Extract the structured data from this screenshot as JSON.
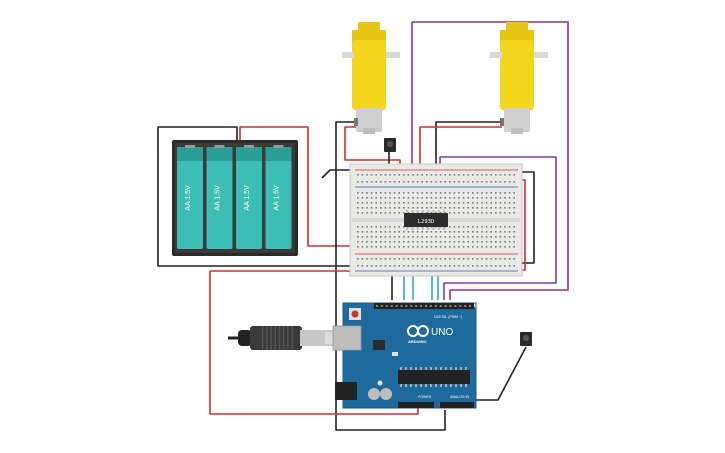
{
  "battery_pack": {
    "cells": [
      {
        "label": "AA 1.5V"
      },
      {
        "label": "AA 1.5V"
      },
      {
        "label": "AA 1.5V"
      },
      {
        "label": "AA 1.5V"
      }
    ]
  },
  "motor_driver": {
    "label": "L293D"
  },
  "arduino": {
    "model": "UNO",
    "brand": "ARDUINO",
    "digital_header": "DIGITAL (PWM ~)",
    "power_header": "POWER",
    "analog_header": "ANALOG IN"
  },
  "colors": {
    "wire_red": "#d32f2f",
    "wire_black": "#222222",
    "wire_purple": "#7b3f9e",
    "wire_magenta": "#a0306f",
    "wire_cyan": "#2aa7c9",
    "motor_yellow": "#f2d51c",
    "battery_teal": "#3cbeb4",
    "arduino_blue": "#1e6a9c",
    "breadboard": "#e9e9e6"
  }
}
